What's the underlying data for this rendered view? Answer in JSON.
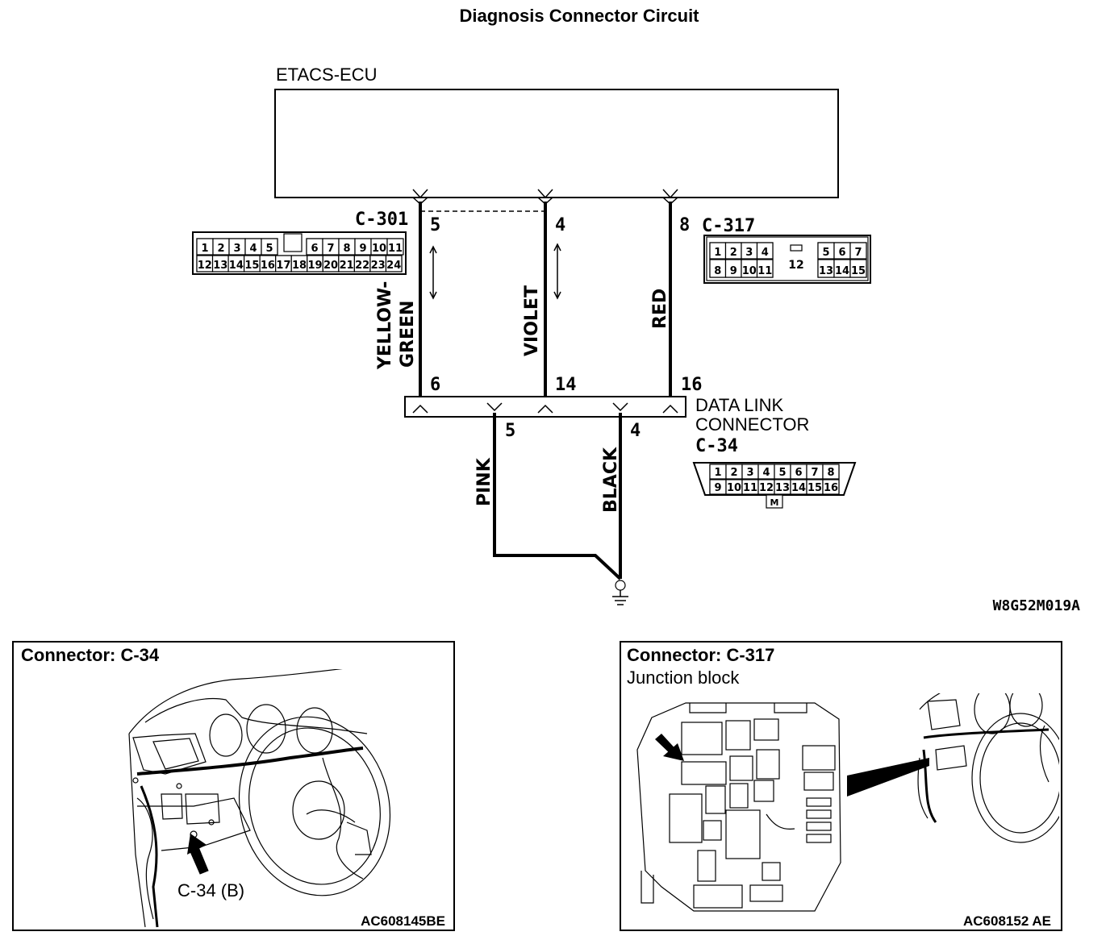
{
  "title": "Diagnosis Connector Circuit",
  "ecu": {
    "name": "ETACS-ECU"
  },
  "connectors": {
    "c301": {
      "label": "C-301",
      "row1": [
        "1",
        "2",
        "3",
        "4",
        "5",
        "6",
        "7",
        "8",
        "9",
        "10",
        "11"
      ],
      "row2": [
        "12",
        "13",
        "14",
        "15",
        "16",
        "17",
        "18",
        "19",
        "20",
        "21",
        "22",
        "23",
        "24"
      ]
    },
    "c317": {
      "label": "C-317",
      "row1_left": [
        "1",
        "2",
        "3",
        "4"
      ],
      "row1_right": [
        "5",
        "6",
        "7"
      ],
      "center": "12",
      "row2_left": [
        "8",
        "9",
        "10",
        "11"
      ],
      "row2_right": [
        "13",
        "14",
        "15"
      ]
    },
    "c34": {
      "name_line1": "DATA LINK",
      "name_line2": "CONNECTOR",
      "label": "C-34",
      "row1": [
        "1",
        "2",
        "3",
        "4",
        "5",
        "6",
        "7",
        "8"
      ],
      "row2": [
        "9",
        "10",
        "11",
        "12",
        "13",
        "14",
        "15",
        "16"
      ],
      "key": "M"
    }
  },
  "wires": {
    "w1": {
      "color": "YELLOW-",
      "color2": "GREEN",
      "top_pin": "5",
      "bottom_pin": "6"
    },
    "w2": {
      "color": "VIOLET",
      "top_pin": "4",
      "bottom_pin": "14"
    },
    "w3": {
      "color": "RED",
      "top_pin": "8",
      "bottom_pin": "16"
    },
    "w4": {
      "color": "PINK",
      "pin": "5"
    },
    "w5": {
      "color": "BLACK",
      "pin": "4"
    }
  },
  "diagram_code": "W8G52M019A",
  "panel_left": {
    "title": "Connector: C-34",
    "callout": "C-34 (B)",
    "code": "AC608145BE"
  },
  "panel_right": {
    "title": "Connector: C-317",
    "subtitle": "Junction block",
    "code": "AC608152 AE"
  }
}
